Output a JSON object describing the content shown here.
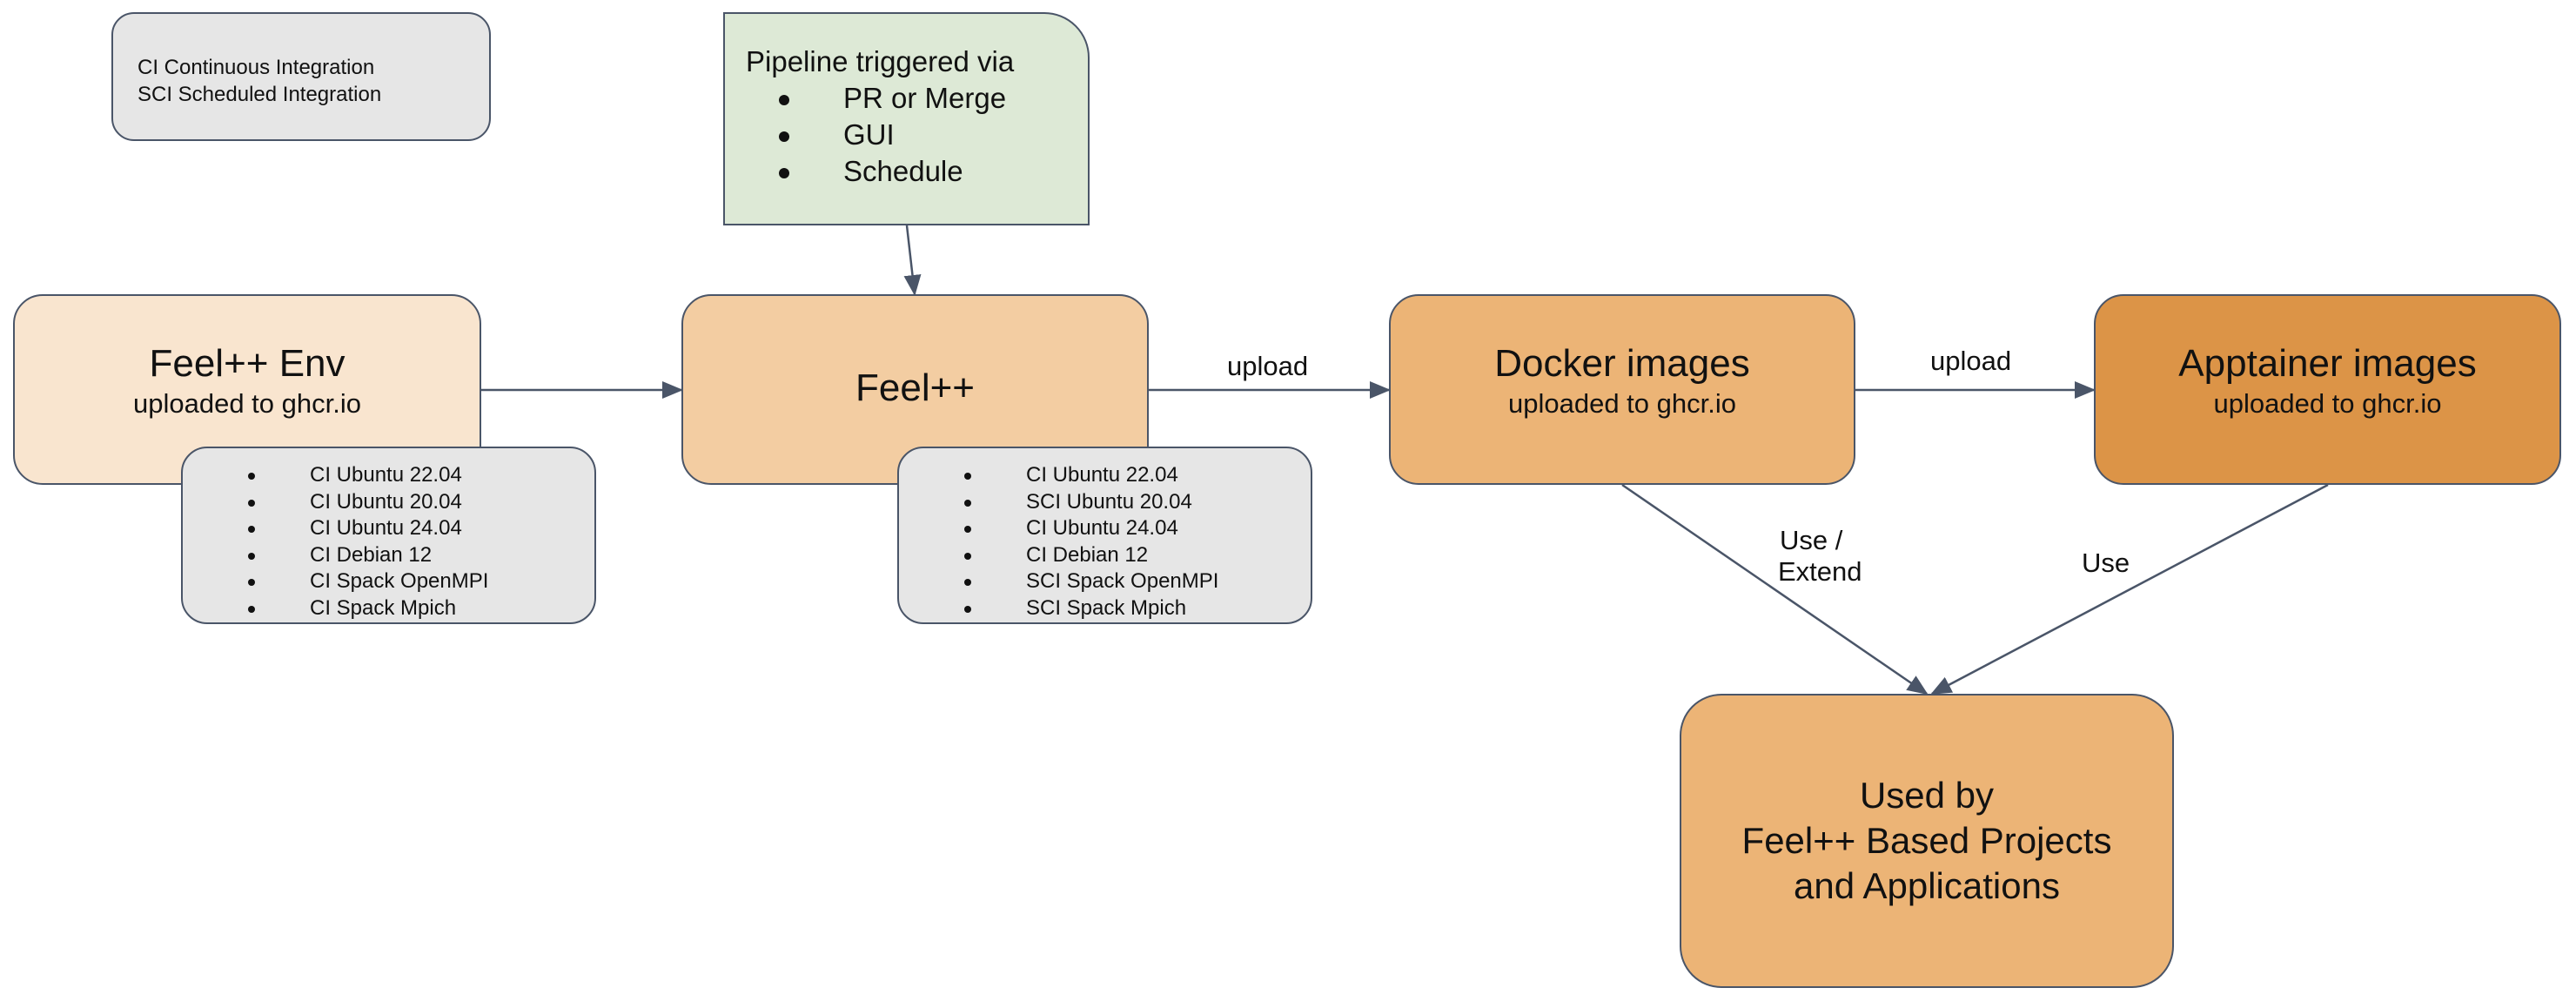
{
  "legend": {
    "line1": "CI Continuous Integration",
    "line2": "SCI Scheduled Integration"
  },
  "trigger": {
    "title": "Pipeline triggered via",
    "items": [
      "PR or Merge",
      "GUI",
      "Schedule"
    ]
  },
  "nodes": {
    "feelpp_env": {
      "title": "Feel++ Env",
      "subtitle": "uploaded to ghcr.io"
    },
    "feelpp": {
      "title": "Feel++"
    },
    "docker": {
      "title": "Docker images",
      "subtitle": "uploaded to ghcr.io"
    },
    "apptainer": {
      "title": "Apptainer images",
      "subtitle": "uploaded to ghcr.io"
    },
    "used_by": {
      "line1": "Used by",
      "line2": "Feel++ Based Projects",
      "line3": "and Applications"
    }
  },
  "env_list": [
    "CI Ubuntu 22.04",
    "CI Ubuntu 20.04",
    "CI Ubuntu 24.04",
    "CI Debian 12",
    "CI Spack OpenMPI",
    "CI Spack Mpich"
  ],
  "feelpp_list": [
    "CI Ubuntu 22.04",
    "SCI Ubuntu 20.04",
    "CI Ubuntu 24.04",
    "CI Debian 12",
    "SCI Spack OpenMPI",
    "SCI Spack Mpich"
  ],
  "edges": {
    "upload_1": "upload",
    "upload_2": "upload",
    "use_extend_1": "Use /",
    "use_extend_2": "Extend",
    "use": "Use"
  },
  "colors": {
    "env_fill": "#f9e5cf",
    "feelpp_fill": "#f3cda2",
    "docker_fill": "#ecb476",
    "apptainer_fill": "#dc9447",
    "used_by_fill": "#ecb476",
    "gray_fill": "#e6e6e6",
    "trigger_fill": "#dde9d6",
    "stroke": "#4a5568"
  }
}
